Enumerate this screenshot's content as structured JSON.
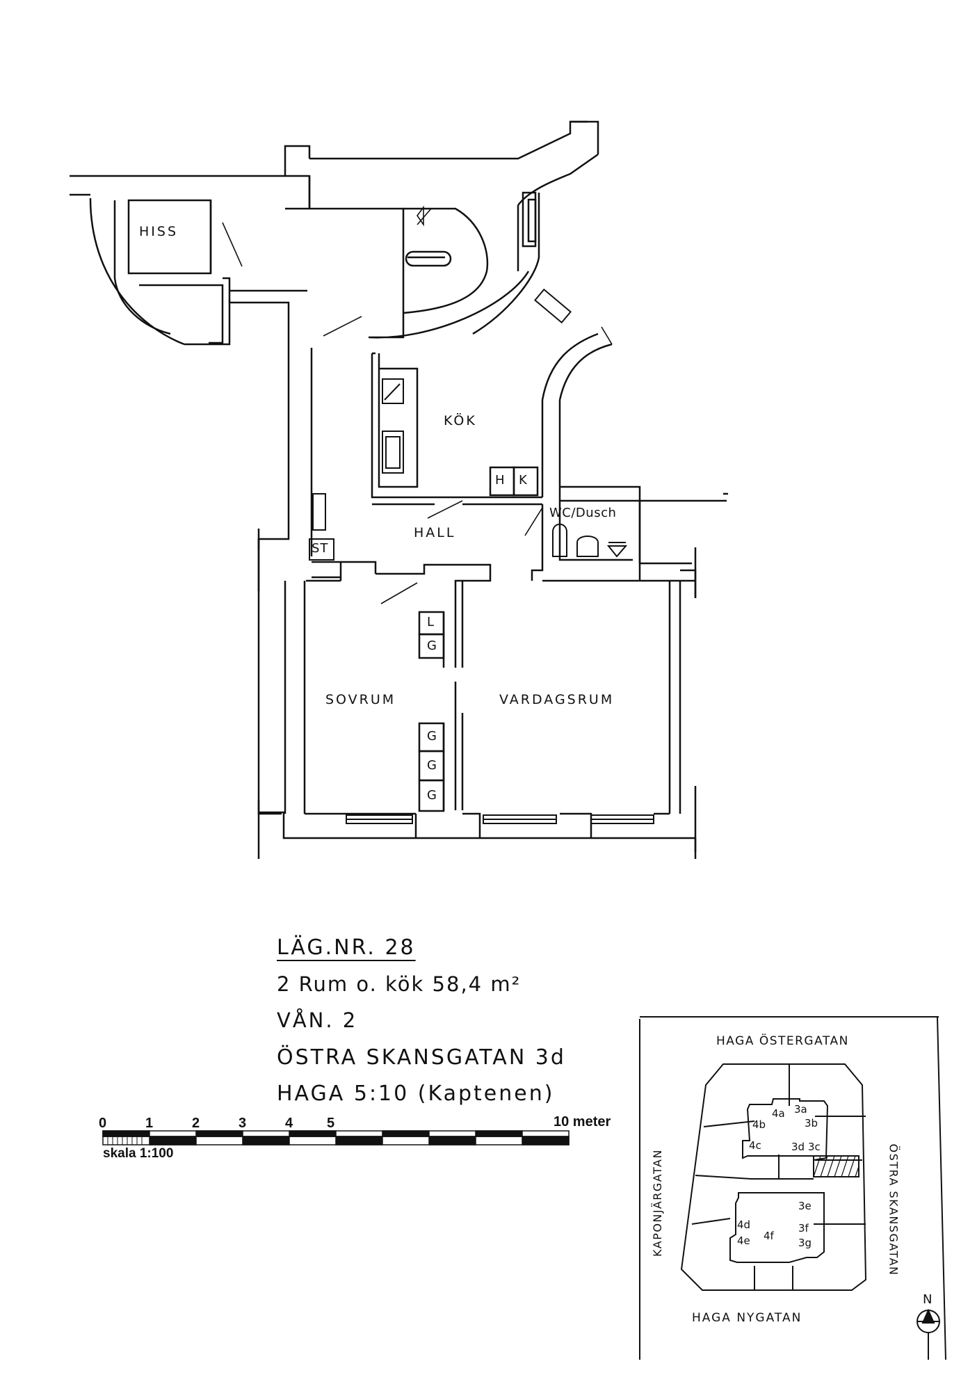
{
  "floorplan": {
    "rooms": {
      "hiss": "HISS",
      "kok": "KÖK",
      "hall": "HALL",
      "wc": "WC/Dusch",
      "sovrum": "SOVRUM",
      "vardagsrum": "VARDAGSRUM"
    },
    "fixtures": {
      "h": "H",
      "k": "K",
      "st": "ST",
      "l": "L",
      "g": "G"
    }
  },
  "info": {
    "title": "LÄG.NR. 28",
    "line1": "2 Rum o. kök  58,4 m²",
    "line2": "VÅN. 2",
    "line3": "ÖSTRA  SKANSGATAN  3d",
    "line4": "HAGA  5:10  (Kaptenen)"
  },
  "scale": {
    "ticks": [
      "0",
      "1",
      "2",
      "3",
      "4",
      "5"
    ],
    "end_label": "10 meter",
    "caption": "skala 1:100"
  },
  "site_map": {
    "streets": {
      "north": "HAGA ÖSTERGATAN",
      "south": "HAGA NYGATAN",
      "west": "KAPONJÄRGATAN",
      "east": "ÖSTRA SKANSGATAN"
    },
    "entrances": [
      "4a",
      "3a",
      "4b",
      "3b",
      "4c",
      "3d",
      "3c",
      "3e",
      "4d",
      "3f",
      "4e",
      "4f",
      "3g"
    ],
    "north_label": "N"
  }
}
